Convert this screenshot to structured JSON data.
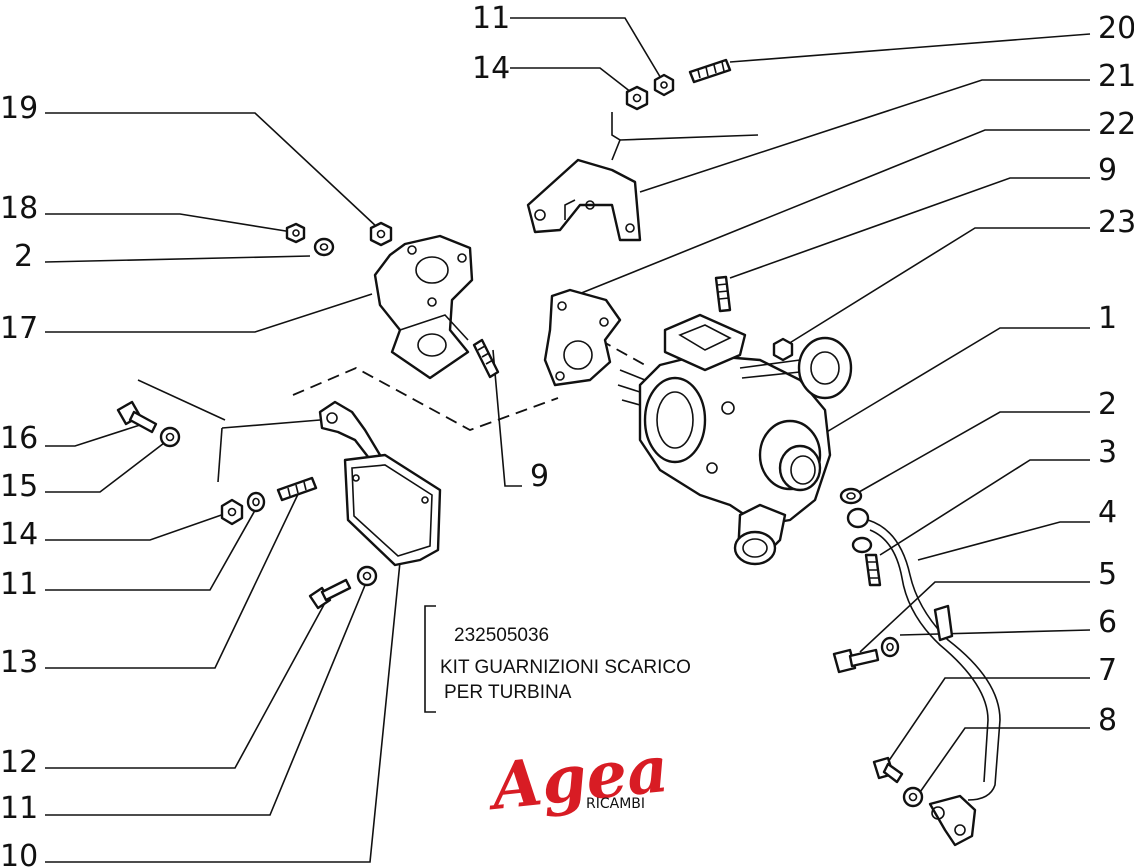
{
  "callouts": [
    {
      "id": "c1",
      "label": "11"
    },
    {
      "id": "c2",
      "label": "14"
    },
    {
      "id": "c3",
      "label": "20"
    },
    {
      "id": "c4",
      "label": "21"
    },
    {
      "id": "c5",
      "label": "19"
    },
    {
      "id": "c6",
      "label": "22"
    },
    {
      "id": "c7",
      "label": "9"
    },
    {
      "id": "c8",
      "label": "18"
    },
    {
      "id": "c9",
      "label": "23"
    },
    {
      "id": "c10",
      "label": "2"
    },
    {
      "id": "c11",
      "label": "17"
    },
    {
      "id": "c12",
      "label": "1"
    },
    {
      "id": "c13",
      "label": "16"
    },
    {
      "id": "c14",
      "label": "2"
    },
    {
      "id": "c15",
      "label": "3"
    },
    {
      "id": "c16",
      "label": "15"
    },
    {
      "id": "c17",
      "label": "9"
    },
    {
      "id": "c18",
      "label": "14"
    },
    {
      "id": "c19",
      "label": "4"
    },
    {
      "id": "c20",
      "label": "11"
    },
    {
      "id": "c21",
      "label": "5"
    },
    {
      "id": "c22",
      "label": "6"
    },
    {
      "id": "c23",
      "label": "13"
    },
    {
      "id": "c24",
      "label": "7"
    },
    {
      "id": "c25",
      "label": "12"
    },
    {
      "id": "c26",
      "label": "8"
    },
    {
      "id": "c27",
      "label": "11"
    },
    {
      "id": "c28",
      "label": "10"
    }
  ],
  "kit": {
    "code": "232505036",
    "line1": "KIT GUARNIZIONI SCARICO",
    "line2": "PER TURBINA"
  },
  "logo": {
    "name": "Agea",
    "tagline": "RICAMBI",
    "color": "#d81c24"
  }
}
